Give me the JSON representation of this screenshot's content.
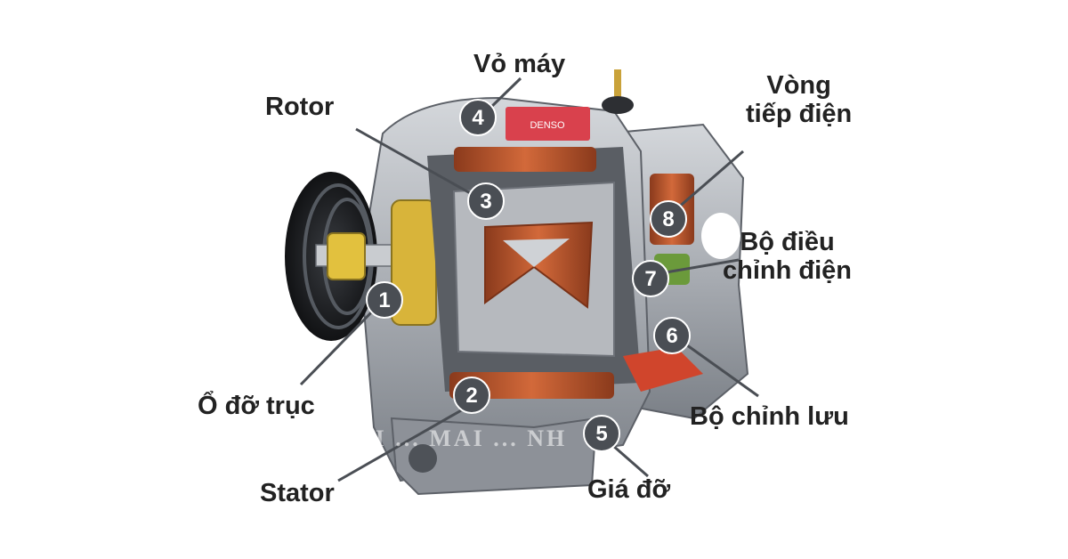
{
  "parts": [
    {
      "number": "1",
      "label": "Ổ đỡ trục"
    },
    {
      "number": "2",
      "label": "Stator"
    },
    {
      "number": "3",
      "label": "Rotor"
    },
    {
      "number": "4",
      "label": "Vỏ máy"
    },
    {
      "number": "5",
      "label": "Giá đỡ"
    },
    {
      "number": "6",
      "label": "Bộ chỉnh lưu"
    },
    {
      "number": "7",
      "label_lines": [
        "Bộ điều",
        "chỉnh điện"
      ]
    },
    {
      "number": "8",
      "label_lines": [
        "Vòng",
        "tiếp điện"
      ]
    }
  ],
  "housing_label": "DENSO",
  "watermark": "KHOI ... MAI ... NH",
  "colors": {
    "badge": "#4a4e54",
    "copper": "#b5532c",
    "housing": "#a9adb3",
    "brass": "#d8b43a",
    "regulator": "#6b9a3b"
  }
}
